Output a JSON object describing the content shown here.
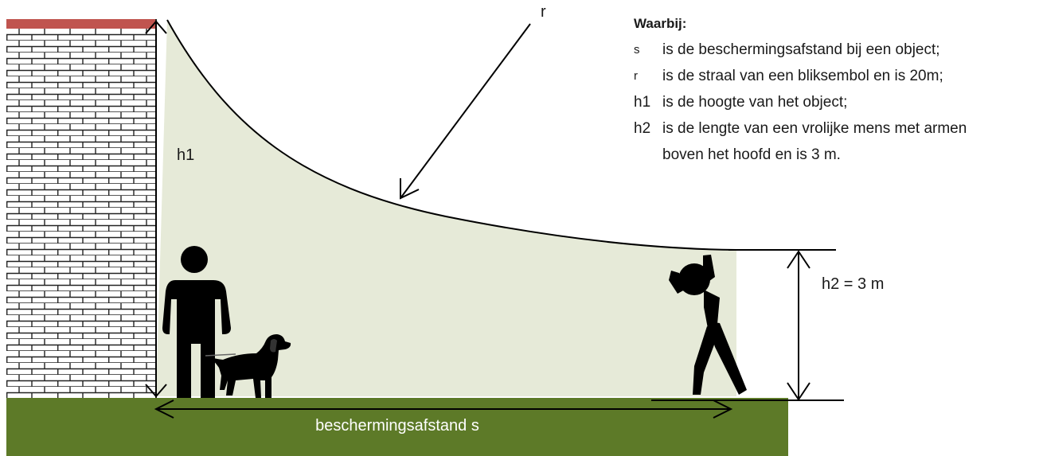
{
  "colors": {
    "ground": "#5d7a28",
    "zone": "#e6ead8",
    "wall_top": "#c0544f",
    "brick_line": "#222222",
    "ink": "#000000"
  },
  "labels": {
    "r": "r",
    "h1": "h1",
    "h2": "h2 = 3 m",
    "ground": "beschermingsafstand s"
  },
  "legend": {
    "title": "Waarbij:",
    "items": [
      {
        "symbol": "s",
        "text": "is de beschermingsafstand bij een object;"
      },
      {
        "symbol": "r",
        "text": "is de straal van een bliksembol en is 20m;"
      },
      {
        "symbol": "h1",
        "text": "is de hoogte van het object;"
      },
      {
        "symbol": "h2",
        "text": "is de lengte van een vrolijke mens met armen"
      }
    ],
    "continuation": "boven het hoofd en is 3 m."
  },
  "icons": {
    "figure_left": "standing-person-icon",
    "dog": "dog-icon",
    "figure_right": "cheering-person-icon",
    "wall": "brick-wall-icon"
  }
}
